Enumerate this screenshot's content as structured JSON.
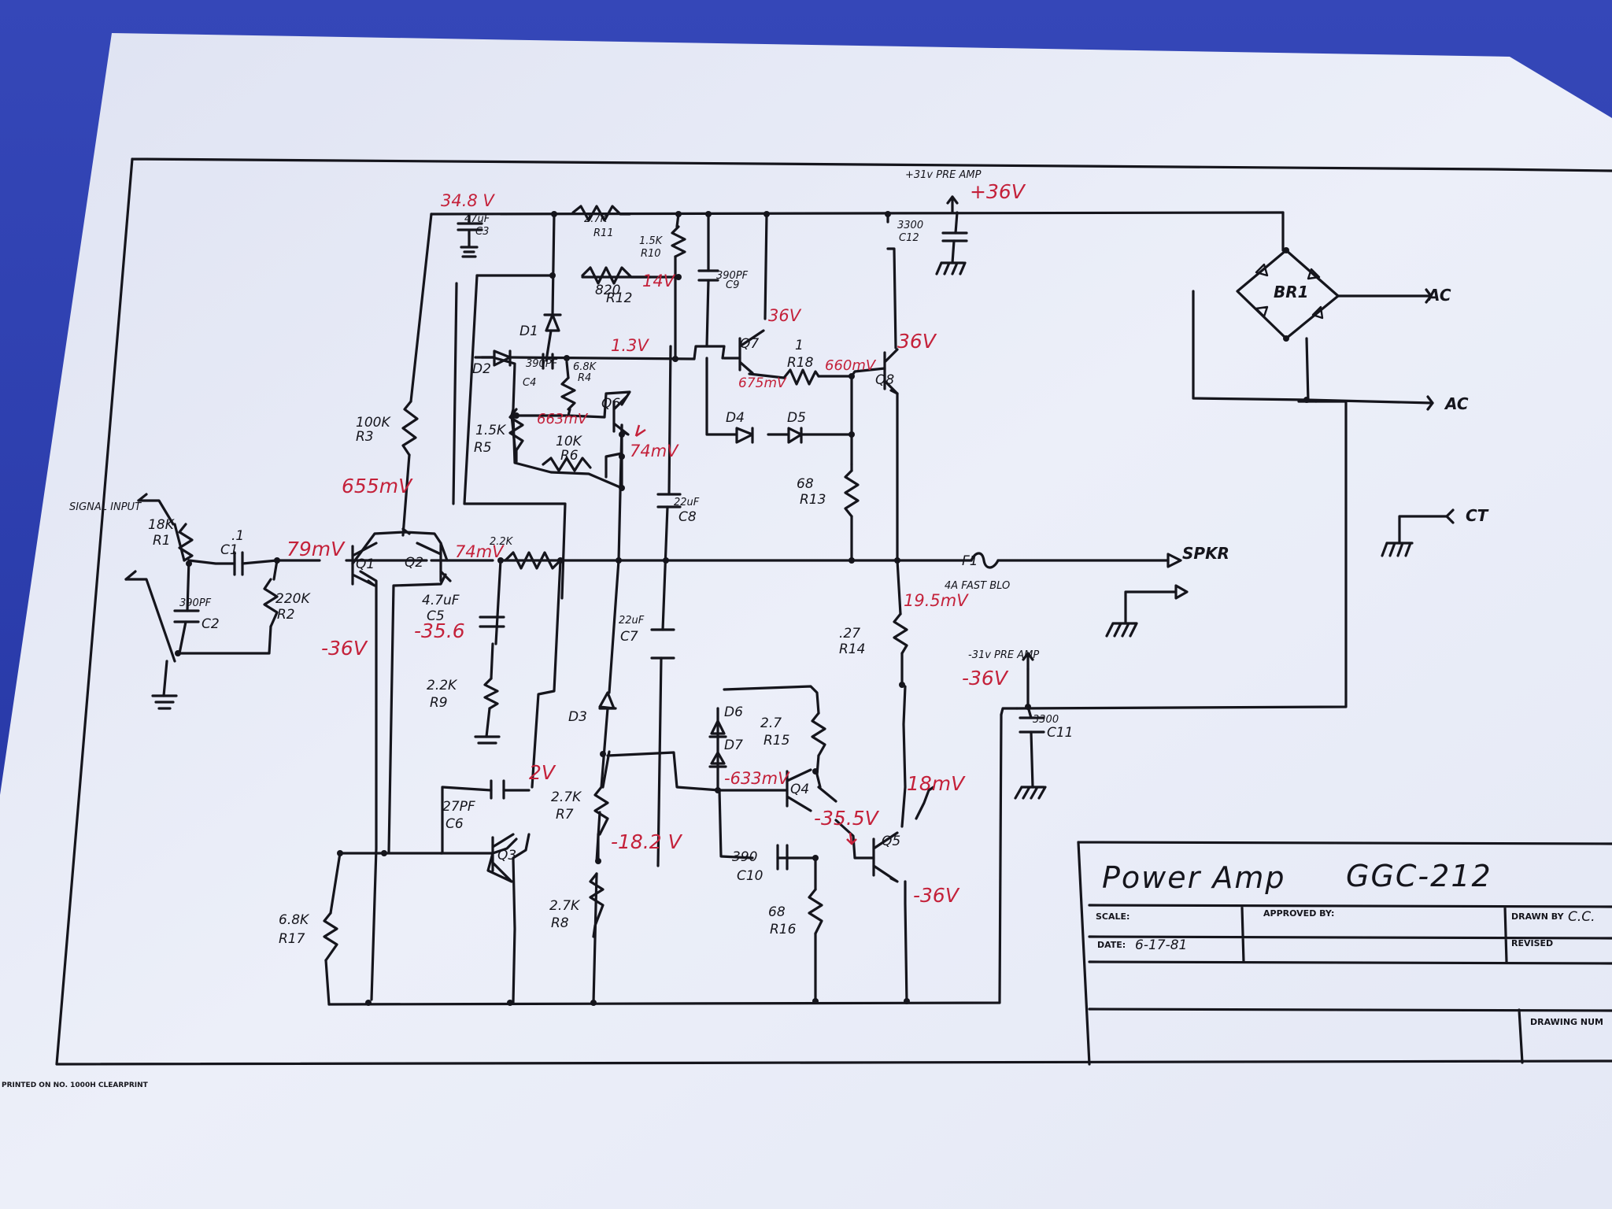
{
  "title_block": {
    "title": "Power Amp",
    "model": "GGC-212",
    "scale_label": "SCALE:",
    "date_label": "DATE:",
    "date_value": "6-17-81",
    "approved_label": "APPROVED BY:",
    "drawn_label": "DRAWN BY",
    "drawn_value": "C.C.",
    "revised_label": "REVISED",
    "drawing_no_label": "DRAWING NUM"
  },
  "footer": "PRINTED ON NO. 1000H CLEARPRINT",
  "supplies": {
    "pos_pre": "+31v PRE AMP",
    "neg_pre": "-31v PRE AMP",
    "ac1": "AC",
    "ac2": "AC",
    "ct": "CT",
    "bridge": "BR1"
  },
  "io": {
    "signal_in": "SIGNAL INPUT",
    "spkr": "SPKR",
    "fuse": "F1",
    "fuse_rating": "4A FAST BLO"
  },
  "components": {
    "r1": [
      "18K",
      "R1"
    ],
    "c1": [
      ".1",
      "C1"
    ],
    "c2": [
      "390PF",
      "C2"
    ],
    "r2": [
      "220K",
      "R2"
    ],
    "r3": [
      "100K",
      "R3"
    ],
    "c3": [
      "47uF",
      "C3"
    ],
    "r11": [
      "2.7K",
      "R11"
    ],
    "r10": [
      "1.5K",
      "R10"
    ],
    "r12": [
      "820",
      "R12"
    ],
    "c9": [
      "390PF",
      "C9"
    ],
    "d1": "D1",
    "d2": "D2",
    "c4": [
      "390PF",
      "C4"
    ],
    "r4": [
      "6.8K",
      "R4"
    ],
    "q6": "Q6",
    "r5": [
      "1.5K",
      "R5"
    ],
    "r6": [
      "10K",
      "R6"
    ],
    "q7": "Q7",
    "r18": [
      "1",
      "R18"
    ],
    "q8": "Q8",
    "d4": "D4",
    "d5": "D5",
    "r13": [
      "68",
      "R13"
    ],
    "c12": [
      "3300",
      "C12"
    ],
    "q1": "Q1",
    "q2": "Q2",
    "r9x": [
      "2.2K",
      ""
    ],
    "c8": [
      "22uF",
      "C8"
    ],
    "c5": [
      "4.7uF",
      "C5"
    ],
    "r9": [
      "2.2K",
      "R9"
    ],
    "c7": [
      "22uF",
      "C7"
    ],
    "d3": "D3",
    "r14": [
      ".27",
      "R14"
    ],
    "c11": [
      "3300",
      "C11"
    ],
    "d6": "D6",
    "d7": "D7",
    "r15": [
      "2.7",
      "R15"
    ],
    "q4": "Q4",
    "c6": [
      "27PF",
      "C6"
    ],
    "q3": "Q3",
    "r7": [
      "2.7K",
      "R7"
    ],
    "r8": [
      "2.7K",
      "R8"
    ],
    "c10": [
      "390",
      "C10"
    ],
    "r16": [
      "68",
      "R16"
    ],
    "q5": "Q5",
    "r17": [
      "6.8K",
      "R17"
    ]
  },
  "voltages": {
    "v_c3": "34.8 V",
    "v_pos": "+36V",
    "v_r12": "14V",
    "v_13": "1.3V",
    "v_q7": "36V",
    "v_q8": "36V",
    "v_675": "675mV",
    "v_660": "660mV",
    "v_663": "663mV",
    "v_74a": "74mV",
    "v_655": "655mV",
    "v_79": "79mV",
    "v_74b": "74mV",
    "v_neg_q1": "-36V",
    "v_c5": "-35.6",
    "v_195": "19.5mV",
    "v_neg_pre": "-36V",
    "v_2": "2V",
    "v_633": "-633mV",
    "v_355": "-35.5V",
    "v_18": "18mV",
    "v_182": "-18.2 V",
    "v_neg_q5": "-36V"
  }
}
